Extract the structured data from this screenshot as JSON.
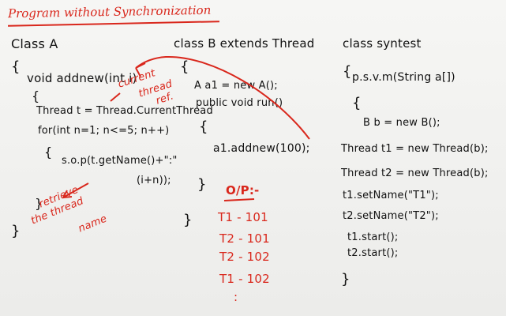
{
  "title": "Program without Synchronization",
  "classA": {
    "header": "Class A",
    "lines": [
      "{",
      "void addnew(int i)",
      "{",
      "Thread t = Thread.CurrentThread",
      "for(int n=1; n<=5; n++)",
      "{",
      "s.o.p(t.getName()+\":\"",
      "(i+n));",
      "}",
      "}"
    ]
  },
  "classB": {
    "header": "class B extends Thread",
    "lines": [
      "{",
      "A a1 = new A();",
      "public void run()",
      "{",
      "a1.addnew(100);",
      "}",
      "}"
    ]
  },
  "syntest": {
    "header": "class syntest",
    "lines": [
      "{",
      "p.s.v.m(String a[])",
      "{",
      "B b = new B();",
      "Thread t1 = new Thread(b);",
      "Thread t2 = new Thread(b);",
      "t1.setName(\"T1\");",
      "t2.setName(\"T2\");",
      "t1.start();",
      "t2.start();",
      "}"
    ]
  },
  "annotations": {
    "current_thread": [
      "current",
      "thread",
      "ref."
    ],
    "retrieve": [
      "retrieve",
      "the thread",
      "name"
    ]
  },
  "output": {
    "label": "O/P:-",
    "lines": [
      "T1 - 101",
      "T2 - 101",
      "T2 - 102",
      "T1 - 102"
    ],
    "ellipsis": ":"
  }
}
